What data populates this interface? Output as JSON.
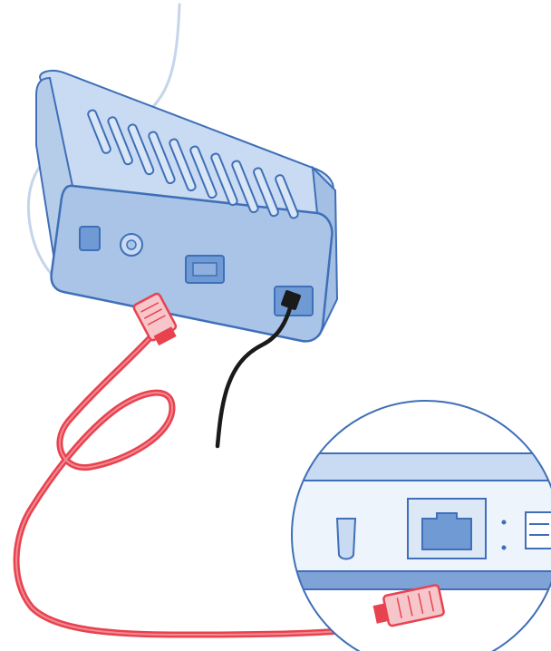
{
  "illustration": {
    "subject": "network-cable-connection",
    "colors": {
      "device_fill": "#a9c4e6",
      "device_light": "#c9dbf2",
      "outline": "#3f6fb8",
      "port_fill": "#6f9ad4",
      "ethernet_cable": "#e8424f",
      "ethernet_cable_light": "#f28a92",
      "power_cable": "#1a1a1a",
      "phone_cord": "#c5d5ea",
      "background": "#ffffff"
    },
    "icons": [
      "modem-device",
      "ethernet-cable-icon",
      "power-cable-icon",
      "magnifier-callout",
      "rj45-port-icon"
    ]
  }
}
